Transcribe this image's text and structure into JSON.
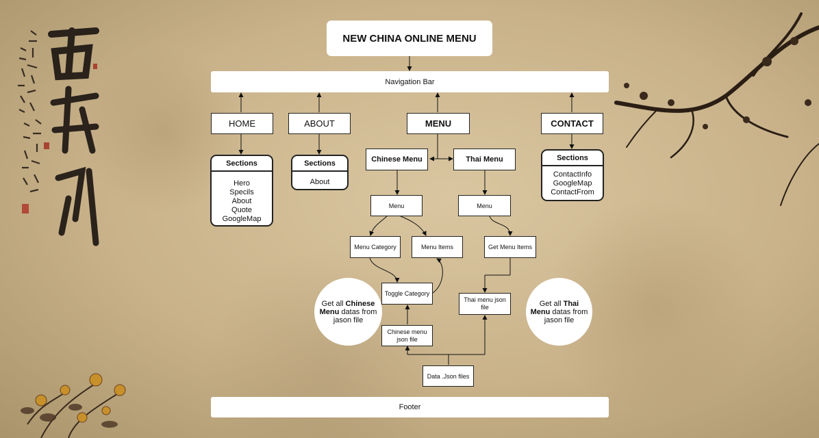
{
  "title": "NEW CHINA ONLINE MENU",
  "navbar": "Navigation Bar",
  "footer": "Footer",
  "pages": {
    "home": "HOME",
    "about": "ABOUT",
    "menu": "MENU",
    "contact": "CONTACT"
  },
  "home_sections": {
    "header": "Sections",
    "items": [
      "Hero",
      "Specils",
      "About",
      "Quote",
      "GoogleMap"
    ]
  },
  "about_sections": {
    "header": "Sections",
    "items": [
      "About"
    ]
  },
  "contact_sections": {
    "header": "Sections",
    "items": [
      "ContactInfo",
      "GoogleMap",
      "ContactFrom"
    ]
  },
  "menu_tree": {
    "chinese_menu": "Chinese Menu",
    "thai_menu": "Thai Menu",
    "chinese_sub": "Menu",
    "thai_sub": "Menu",
    "menu_category": "Menu Category",
    "menu_items": "Menu Items",
    "get_menu_items": "Get Menu Items",
    "toggle_category": "Toggle Category",
    "thai_json": "Thai menu json file",
    "chinese_json": "Chinese menu json file",
    "data_json": "Data .Json files"
  },
  "notes": {
    "chinese": {
      "pre": "Get all ",
      "bold": "Chinese Menu",
      "post": " datas from jason file"
    },
    "thai": {
      "pre": "Get all ",
      "bold": "Thai Menu",
      "post": " datas from jason file"
    }
  }
}
